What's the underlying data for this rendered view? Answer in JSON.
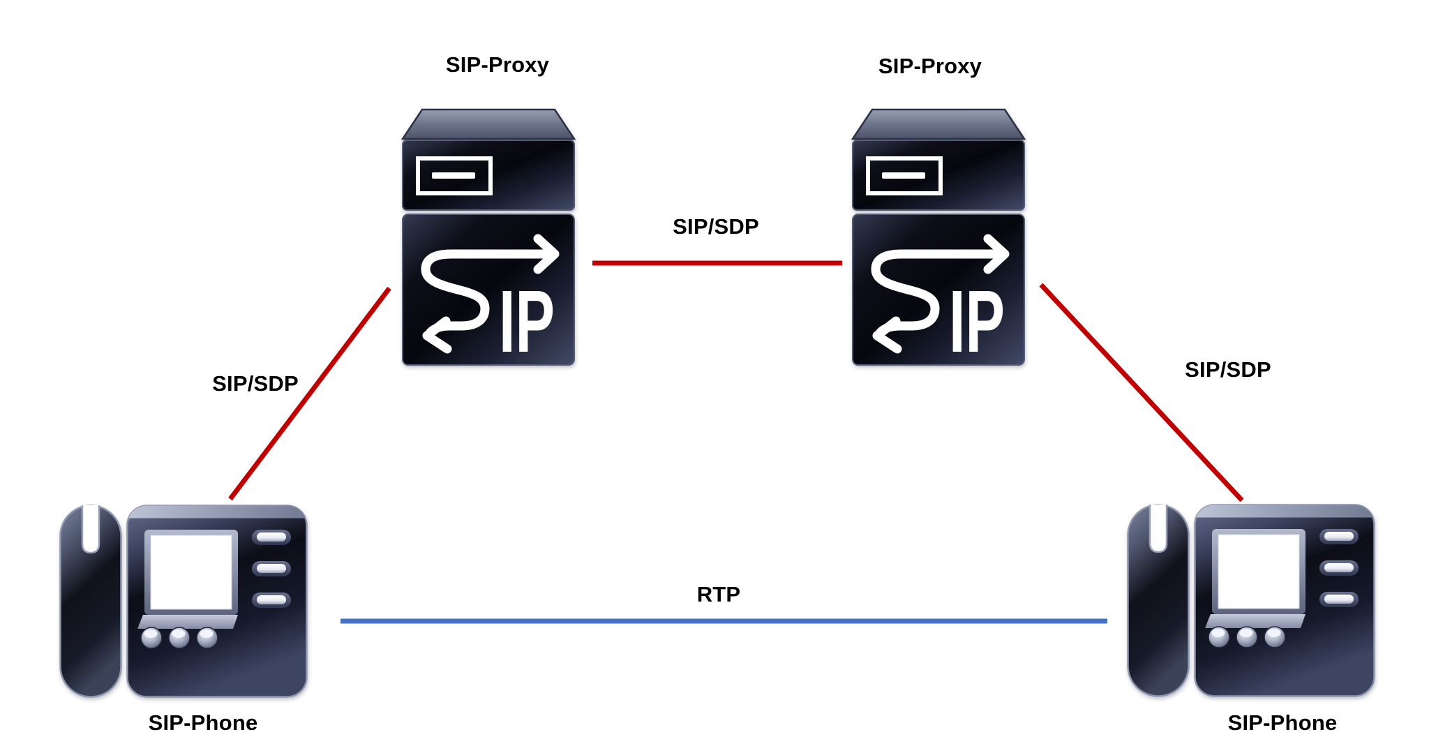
{
  "diagram": {
    "kind": "sip-voip-network-topology",
    "nodes": [
      {
        "id": "sip-proxy-left",
        "label": "SIP-Proxy",
        "type": "sip-proxy-server"
      },
      {
        "id": "sip-proxy-right",
        "label": "SIP-Proxy",
        "type": "sip-proxy-server"
      },
      {
        "id": "sip-phone-left",
        "label": "SIP-Phone",
        "type": "sip-phone"
      },
      {
        "id": "sip-phone-right",
        "label": "SIP-Phone",
        "type": "sip-phone"
      }
    ],
    "links": [
      {
        "from": "sip-phone-left",
        "to": "sip-proxy-left",
        "label": "SIP/SDP",
        "color": "#c00000",
        "style": "solid"
      },
      {
        "from": "sip-proxy-left",
        "to": "sip-proxy-right",
        "label": "SIP/SDP",
        "color": "#c00000",
        "style": "solid"
      },
      {
        "from": "sip-proxy-right",
        "to": "sip-phone-right",
        "label": "SIP/SDP",
        "color": "#c00000",
        "style": "solid"
      },
      {
        "from": "sip-phone-left",
        "to": "sip-phone-right",
        "label": "RTP",
        "color": "#4472c4",
        "style": "solid"
      }
    ],
    "icon_text": {
      "sip_logo": "IP"
    },
    "colors": {
      "sip-link": "#c00000",
      "rtp-link": "#4472c4",
      "label-text": "#000000",
      "bg": "#ffffff"
    }
  }
}
